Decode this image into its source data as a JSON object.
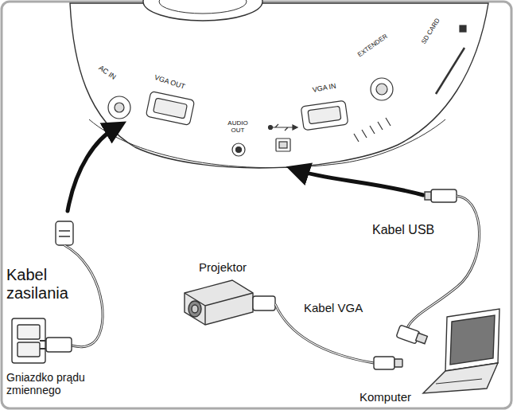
{
  "diagram": {
    "labels": [
      "AC IN",
      "VGA OUT",
      "AUDIO OUT",
      "VGA IN",
      "EXTENDER",
      "SD CARD",
      "Kabel USB",
      "Projektor",
      "Kabel zasilania",
      "Kabel VGA",
      "Gniazdko prądu zmiennego",
      "Komputer"
    ]
  }
}
